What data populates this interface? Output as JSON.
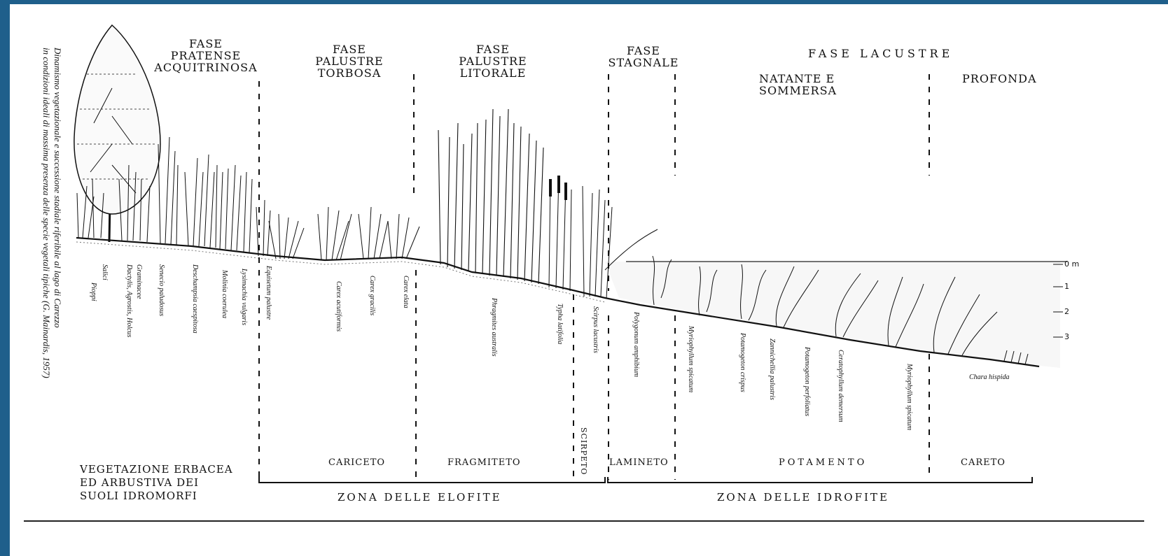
{
  "caption": {
    "line1": "Dinamismo vegetazionale e successione stadiale riferibile al lago di Carezzo",
    "line2": "in condizioni ideali di massima presenza delle specie vegetali tipiche (G. Mainardis, 1957)"
  },
  "phases": {
    "pratense": [
      "FASE",
      "PRATENSE",
      "ACQUITRINOSA"
    ],
    "torbosa": [
      "FASE",
      "PALUSTRE",
      "TORBOSA"
    ],
    "litorale": [
      "FASE",
      "PALUSTRE",
      "LITORALE"
    ],
    "stagnale": [
      "FASE",
      "STAGNALE"
    ],
    "lacustre": "FASE LACUSTRE",
    "natante": [
      "NATANTE E",
      "SOMMERSA"
    ],
    "profonda": "PROFONDA"
  },
  "species": {
    "salici": "Salici",
    "pioppi": "Pioppi",
    "graminacee": "Graminacee",
    "dactylis": "Dactylis, Agrostis, Holcus",
    "senecio": "Senecio paludosus",
    "deschampsia": "Deschampsia caespitosa",
    "molinia": "Molinia coerulea",
    "lysimachia": "Lysimachia vulgaris",
    "equisetum": "Equisetum palustre",
    "carex_acutiformis": "Carex acutiformis",
    "carex_gracilis": "Carex gracilis",
    "carex_elata": "Carex elata",
    "phragmites": "Phragmites australis",
    "typha": "Typha latifolia",
    "scirpus": "Scirpus lacustris",
    "polygonum": "Polygonum amphibium",
    "myriophyllum_spicatum": "Myriophyllum spicatum",
    "pot_crispus": "Potamogeton crispus",
    "zannichellia": "Zannichellia palustris",
    "pot_perfoliatus": "Potamogeton perfoliatus",
    "ceratophyllum": "Ceratophyllum demersum",
    "myriophyllum_2": "Myriophyllum spicatum",
    "chara": "Chara hispida"
  },
  "depth_scale": [
    "0 m",
    "1",
    "2",
    "3"
  ],
  "associations": {
    "vegetazione": [
      "VEGETAZIONE ERBACEA",
      "ED ARBUSTIVA DEI",
      "SUOLI IDROMORFI"
    ],
    "cariceto": "CARICETO",
    "fragmiteto": "FRAGMITETO",
    "scirpeto": "SCIRPETO",
    "lamineto": "LAMINETO",
    "potamento": "POTAMENTO",
    "careto": "CARETO"
  },
  "zones": {
    "elofite": "ZONA DELLE ELOFITE",
    "idrofite": "ZONA DELLE IDROFITE"
  }
}
